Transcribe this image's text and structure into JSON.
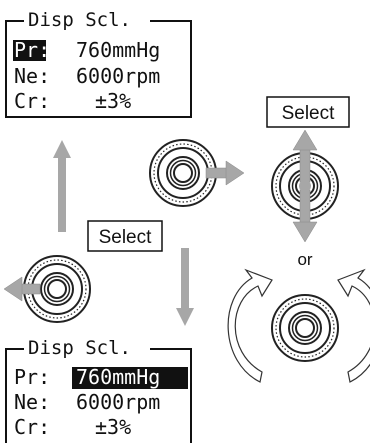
{
  "screen_top": {
    "title": "Disp Scl.",
    "rows": [
      {
        "label": "Pr:",
        "value": "760mmHg",
        "highlight": "label"
      },
      {
        "label": "Ne:",
        "value": "6000rpm",
        "highlight": "none"
      },
      {
        "label": "Cr:",
        "value": "±3%",
        "highlight": "none"
      }
    ]
  },
  "screen_bottom": {
    "title": "Disp Scl.",
    "rows": [
      {
        "label": "Pr:",
        "value": "760mmHg",
        "highlight": "value"
      },
      {
        "label": "Ne:",
        "value": "6000rpm",
        "highlight": "none"
      },
      {
        "label": "Cr:",
        "value": "±3%",
        "highlight": "none"
      }
    ]
  },
  "callouts": {
    "select_left": "Select",
    "select_right": "Select",
    "or": "or"
  },
  "colors": {
    "arrow": "#a7a7a7",
    "highlight": "#111111",
    "knob_ring": "#222222"
  },
  "icons": [
    "knob-icon",
    "arrow-left-icon",
    "arrow-right-icon",
    "arrow-up-icon",
    "arrow-down-icon",
    "rotate-arrows-icon"
  ]
}
